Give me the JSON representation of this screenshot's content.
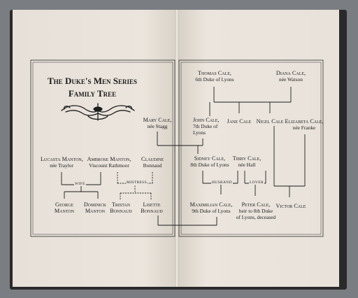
{
  "title": {
    "line1": "The Duke's Men Series",
    "line2": "Family Tree"
  },
  "people": {
    "thomas": {
      "name": "Thomas Cale,",
      "detail": "6th Duke of Lyons"
    },
    "diana": {
      "name": "Diana Cale,",
      "detail": "née Watson"
    },
    "mary": {
      "name": "Mary Cale,",
      "detail": "née Stagg"
    },
    "john": {
      "name": "John Cale,",
      "detail1": "7th Duke of",
      "detail2": "Lyons"
    },
    "jane": {
      "name": "Jane Cale"
    },
    "nigel": {
      "name": "Nigel Cale"
    },
    "elizabeta": {
      "name": "Elizabeta Cale,",
      "detail": "née Franke"
    },
    "lucasta": {
      "name": "Lucasta Manton,",
      "detail": "née Traylor"
    },
    "ambrose": {
      "name": "Ambrose Manton,",
      "detail": "Viscount Rathmoor"
    },
    "claudine": {
      "name": "Claudine",
      "detail": "Bonnaud"
    },
    "sidney": {
      "name": "Sidney Cale,",
      "detail": "8th Duke of Lyons"
    },
    "tibby": {
      "name": "Tibby Cale,",
      "detail": "née Hall"
    },
    "george": {
      "name": "George",
      "detail": "Manton"
    },
    "dominick": {
      "name": "Dominick",
      "detail": "Manton"
    },
    "tristan": {
      "name": "Tristan",
      "detail": "Bonnaud"
    },
    "lisette": {
      "name": "Lisette",
      "detail": "Bonnaud"
    },
    "maximilian": {
      "name": "Maximilian Cale,",
      "detail": "9th Duke of Lyons"
    },
    "peter": {
      "name": "Peter Cale,",
      "detail1": "heir to 8th Duke",
      "detail2": "of Lyons, deceased"
    },
    "victor": {
      "name": "Victor Cale"
    }
  },
  "relations": {
    "wife": "wife",
    "mistress": "mistress",
    "husband": "husband",
    "lover": "lover"
  },
  "colors": {
    "paper": "#eae4dc",
    "ink": "#1c1c1c",
    "background": "#7a7d82"
  }
}
